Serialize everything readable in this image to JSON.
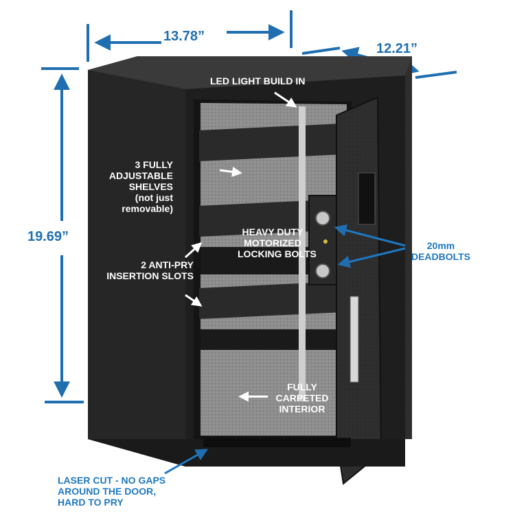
{
  "dimensions": {
    "width": "13.78”",
    "depth": "12.21”",
    "height": "19.69”"
  },
  "callouts": {
    "led_light": "LED LIGHT BUILD IN",
    "shelves": [
      "3 FULLY",
      "ADJUSTABLE",
      "SHELVES",
      "(not just",
      "removable)"
    ],
    "anti_pry": [
      "2 ANTI-PRY",
      "INSERTION SLOTS"
    ],
    "locking_bolts": [
      "HEAVY DUTY",
      "MOTORIZED",
      "LOCKING BOLTS"
    ],
    "deadbolts": [
      "20mm",
      "DEADBOLTS"
    ],
    "carpeted": [
      "FULLY",
      "CARPETED",
      "INTERIOR"
    ],
    "laser_cut": [
      "LASER CUT - NO GAPS",
      "AROUND THE DOOR,",
      "HARD TO PRY"
    ]
  },
  "colors": {
    "dimension_blue": "#1f6fb0",
    "safe_body": "#2b2b2b",
    "carpet": "#8a8a8a"
  }
}
